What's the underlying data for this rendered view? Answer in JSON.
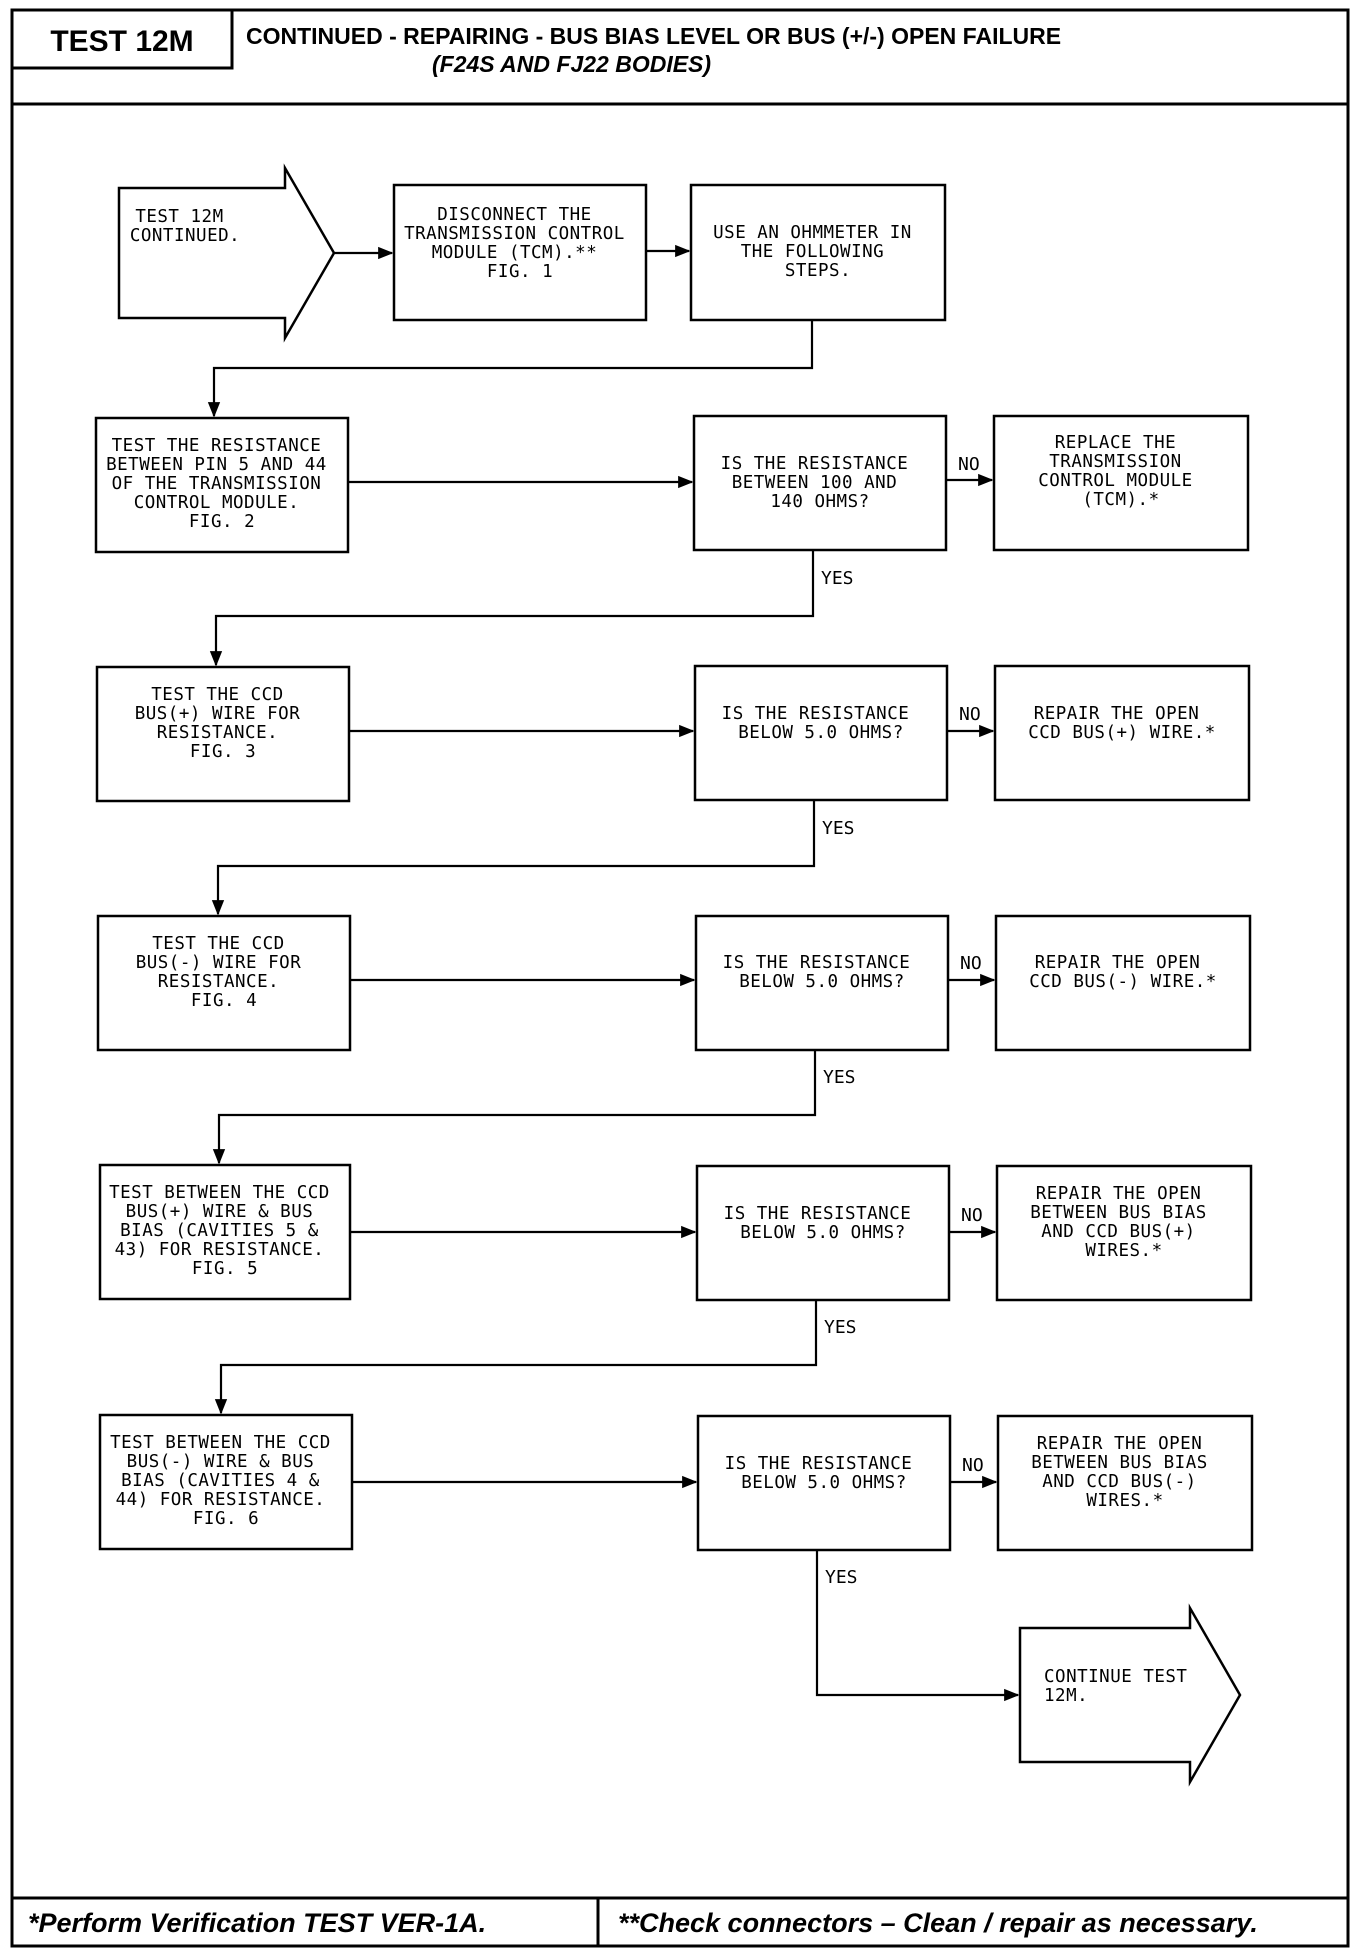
{
  "header": {
    "test_id": "TEST 12M",
    "title_line1": "CONTINUED -   REPAIRING - BUS BIAS LEVEL OR BUS (+/-) OPEN FAILURE",
    "title_line2": "(F24S AND FJ22 BODIES)"
  },
  "flow": {
    "start": [
      "TEST 12M",
      "CONTINUED."
    ],
    "disconnect": [
      "DISCONNECT THE",
      "TRANSMISSION CONTROL",
      "MODULE (TCM).**",
      "",
      "FIG. 1"
    ],
    "ohmmeter": [
      "USE AN OHMMETER IN",
      "THE FOLLOWING",
      "STEPS."
    ],
    "steps": [
      {
        "test": [
          "TEST THE RESISTANCE",
          "BETWEEN PIN 5 AND 44",
          "OF THE TRANSMISSION",
          "CONTROL MODULE.",
          "FIG. 2"
        ],
        "question": [
          "IS THE RESISTANCE",
          "BETWEEN 100 AND",
          "140 OHMS?"
        ],
        "action": [
          "REPLACE THE",
          "TRANSMISSION",
          "CONTROL MODULE",
          "(TCM).*"
        ]
      },
      {
        "test": [
          "TEST THE CCD",
          "BUS(+) WIRE FOR",
          "RESISTANCE.",
          "",
          "FIG. 3"
        ],
        "question": [
          "IS THE RESISTANCE",
          "BELOW 5.0 OHMS?"
        ],
        "action": [
          "REPAIR THE OPEN",
          "CCD BUS(+) WIRE.*"
        ]
      },
      {
        "test": [
          "TEST THE CCD",
          "BUS(-) WIRE FOR",
          "RESISTANCE.",
          "",
          "FIG. 4"
        ],
        "question": [
          "IS THE RESISTANCE",
          "BELOW 5.0 OHMS?"
        ],
        "action": [
          "REPAIR THE OPEN",
          "CCD BUS(-) WIRE.*"
        ]
      },
      {
        "test": [
          "TEST BETWEEN THE CCD",
          "BUS(+) WIRE & BUS",
          "BIAS (CAVITIES 5 &",
          "43) FOR RESISTANCE.",
          "FIG. 5"
        ],
        "question": [
          "IS THE RESISTANCE",
          "BELOW 5.0 OHMS?"
        ],
        "action": [
          "REPAIR THE OPEN",
          "BETWEEN BUS BIAS",
          "AND CCD BUS(+)",
          "WIRES.*"
        ]
      },
      {
        "test": [
          "TEST BETWEEN THE CCD",
          "BUS(-) WIRE & BUS",
          "BIAS (CAVITIES 4 &",
          "44) FOR RESISTANCE.",
          "FIG. 6"
        ],
        "question": [
          "IS THE RESISTANCE",
          "BELOW 5.0 OHMS?"
        ],
        "action": [
          "REPAIR THE OPEN",
          "BETWEEN BUS BIAS",
          "AND CCD BUS(-)",
          "WIRES.*"
        ]
      }
    ],
    "end": [
      "CONTINUE TEST",
      "12M."
    ],
    "yes_label": "YES",
    "no_label": "NO"
  },
  "footer": {
    "left": "*Perform Verification TEST VER-1A.",
    "right": "**Check connectors – Clean / repair as necessary."
  }
}
